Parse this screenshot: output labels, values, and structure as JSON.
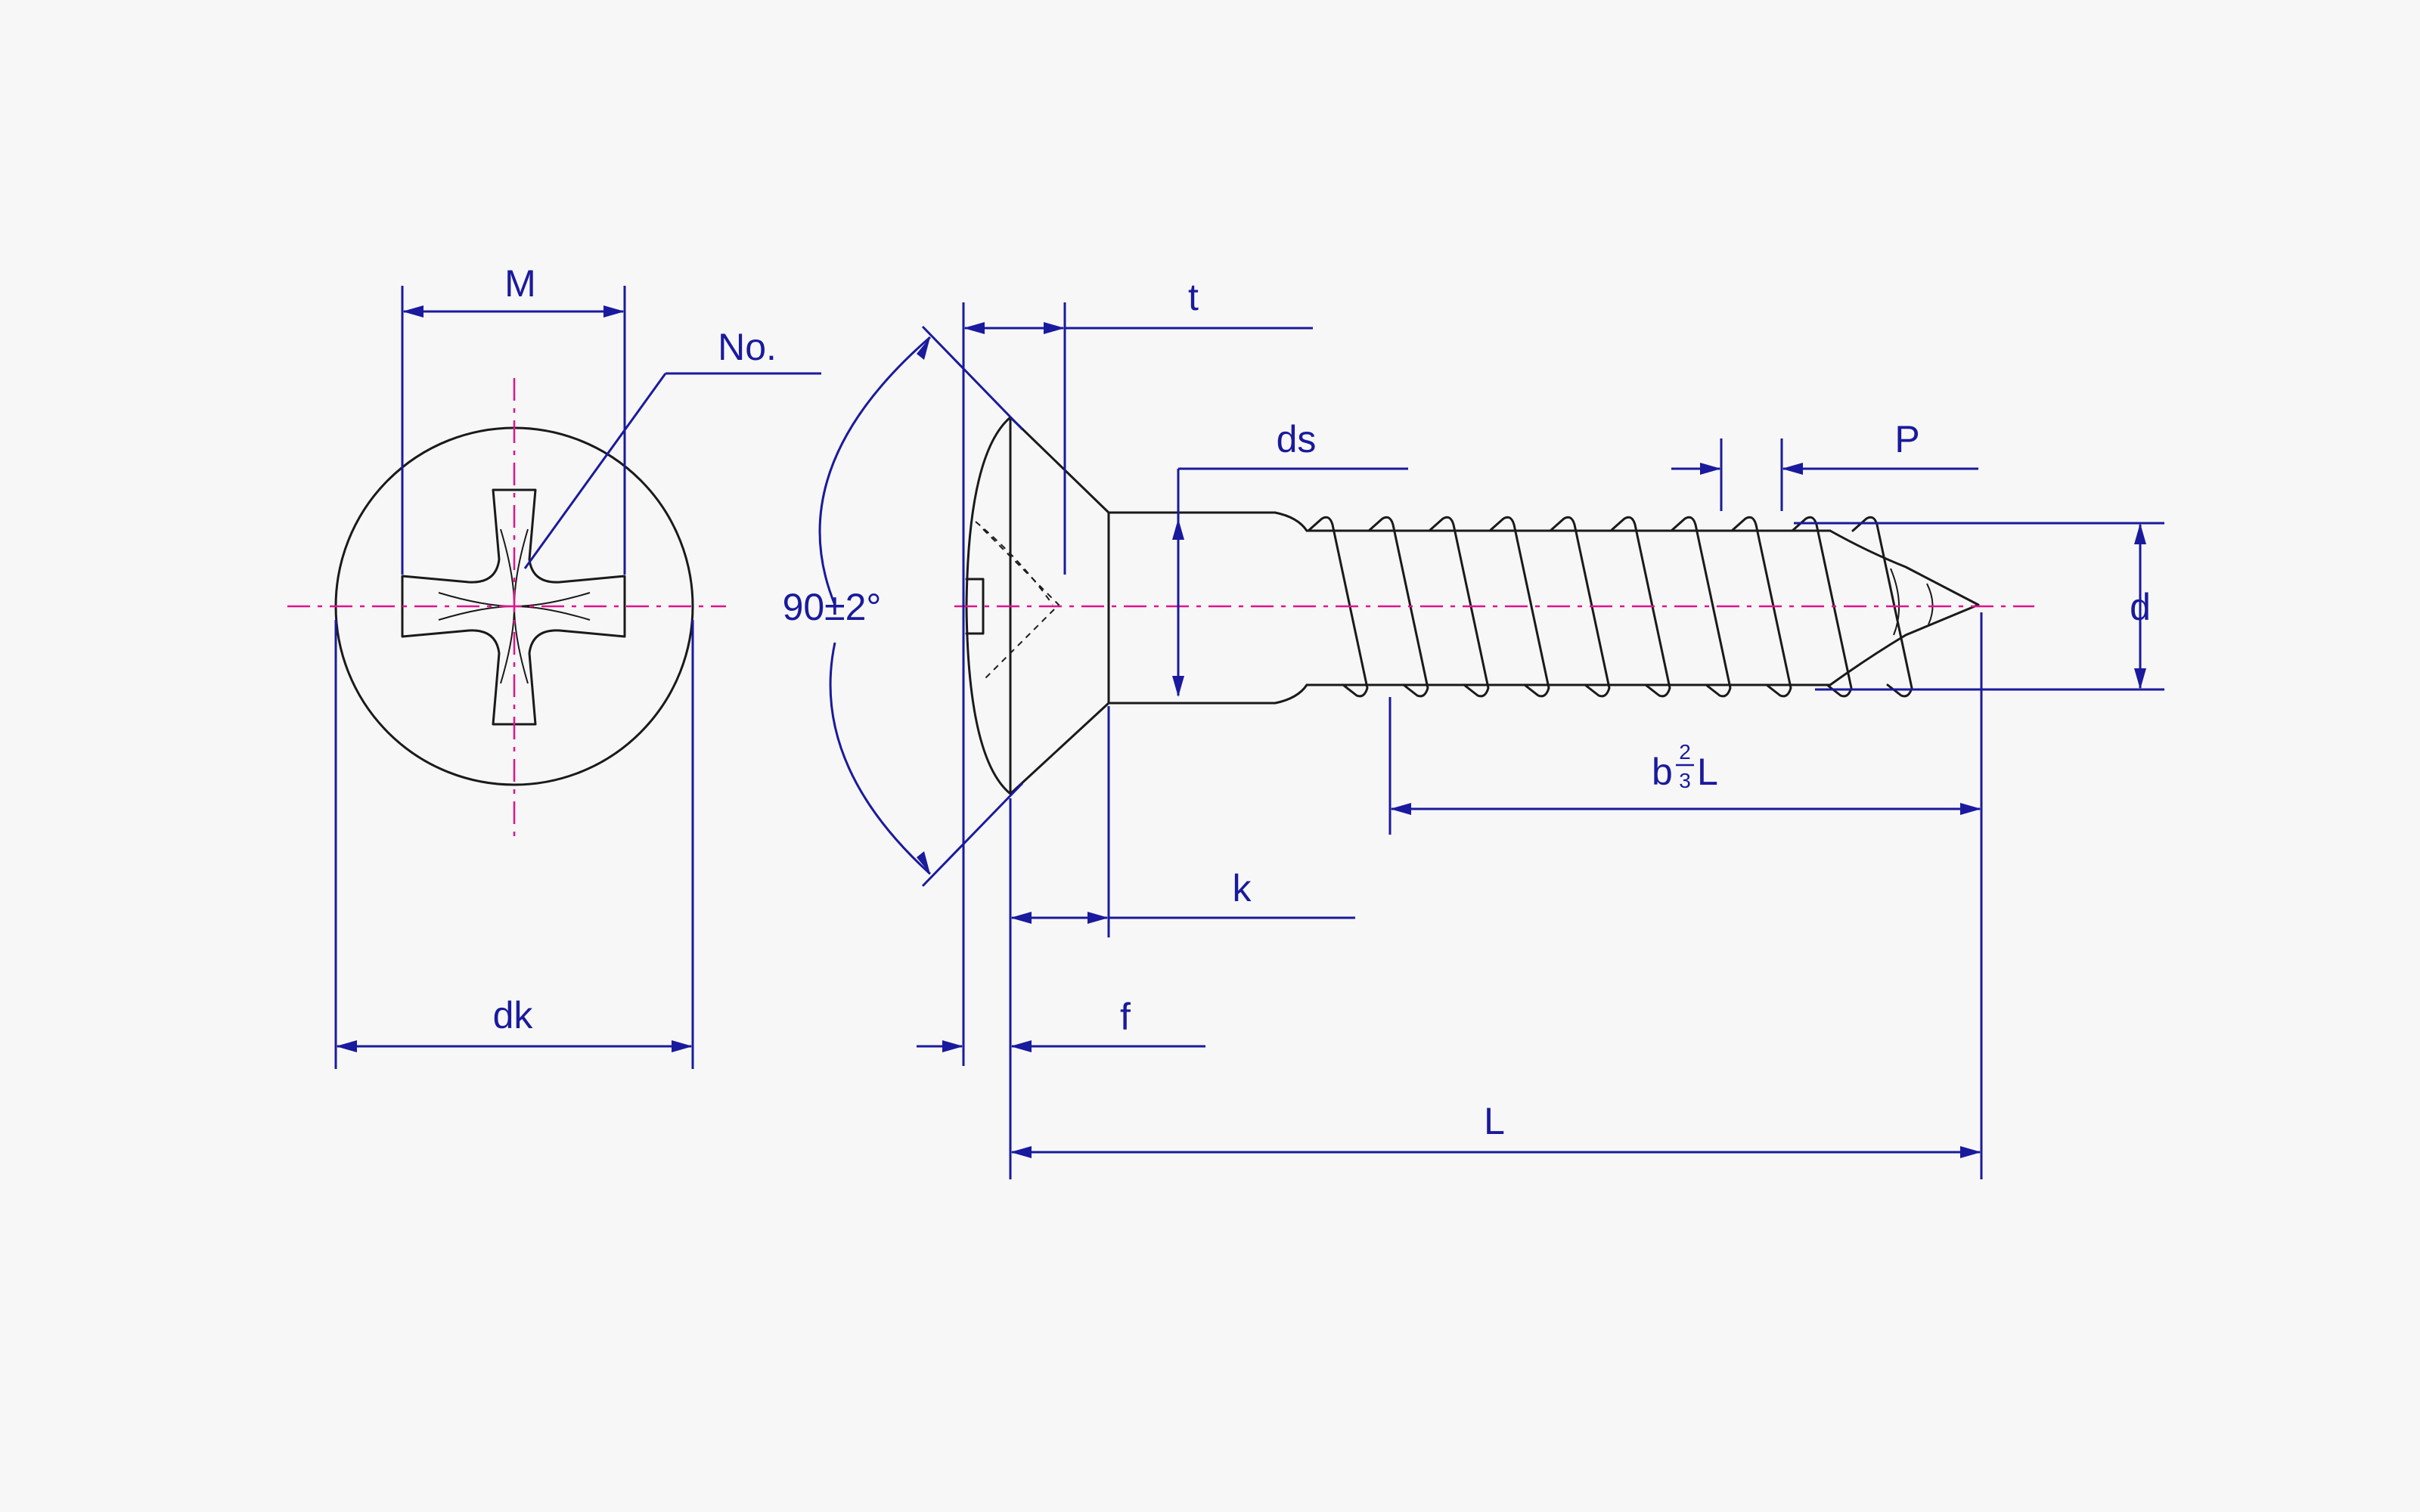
{
  "labels": {
    "M": "M",
    "no": "No.",
    "dk": "dk",
    "t": "t",
    "angle": "90±2°",
    "ds": "ds",
    "P": "P",
    "d": "d",
    "b_prefix": "b",
    "b_num": "2",
    "b_den": "3",
    "b_suffix": "L",
    "k": "k",
    "f": "f",
    "L": "L"
  },
  "colors": {
    "outline": "#1a1a1a",
    "dimension": "#1a1a9e",
    "centerline": "#e0148c"
  }
}
